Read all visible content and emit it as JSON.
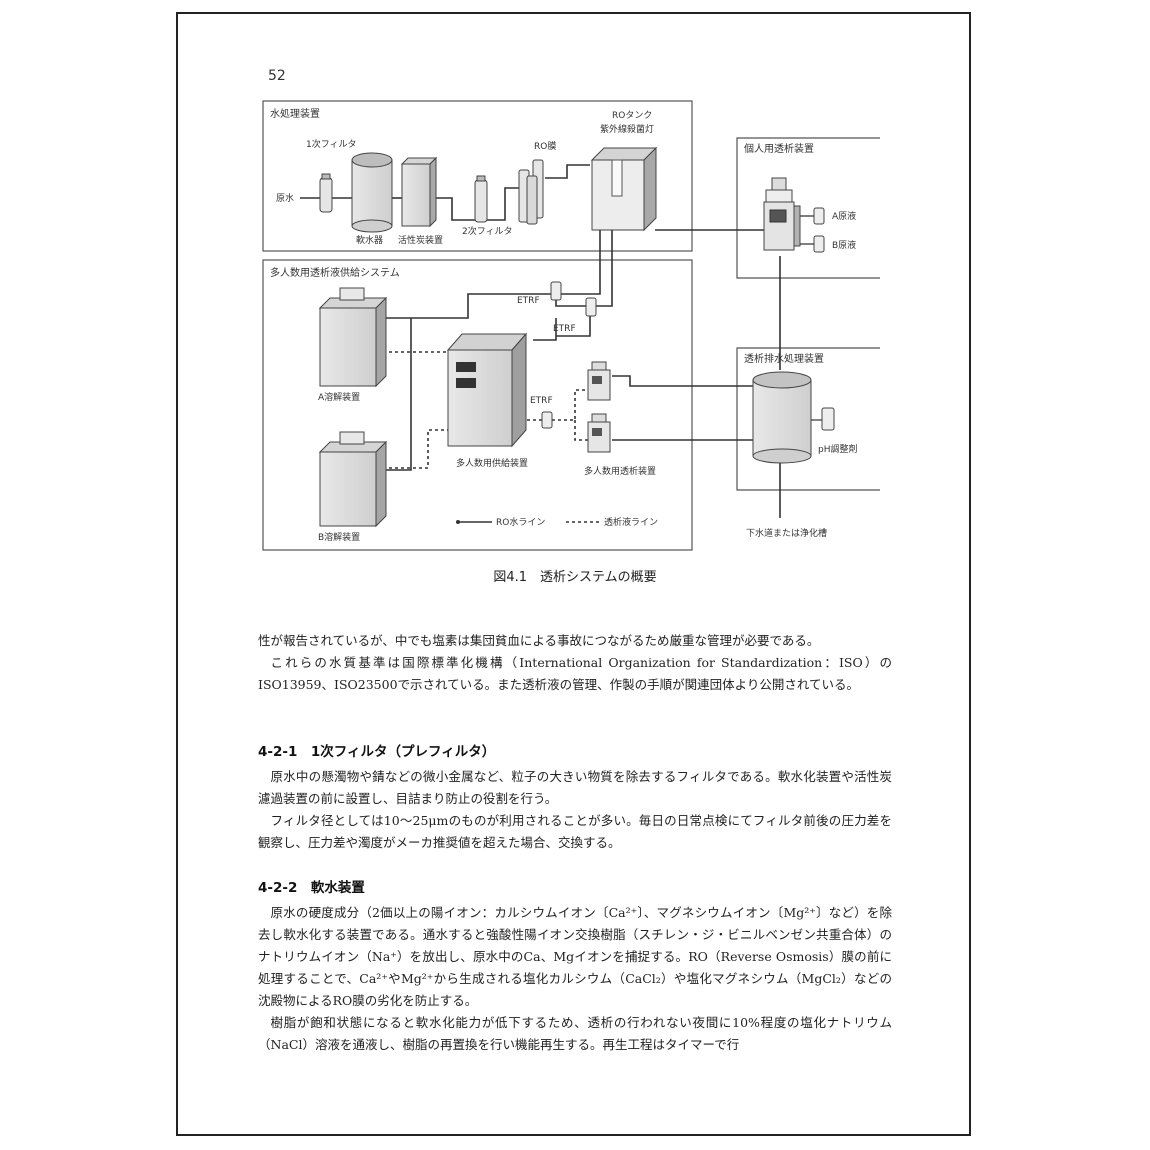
{
  "page_number": "52",
  "diagram": {
    "sections": {
      "water_treatment": "水処理装置",
      "multi_dialysate": "多人数用透析液供給システム",
      "personal_dialysate": "個人用透析装置",
      "drain_treatment": "透析排水処理装置"
    },
    "labels": {
      "primary_filter": "1次フィルタ",
      "raw_water": "原水",
      "softener": "軟水器",
      "activated_carbon": "活性炭装置",
      "secondary_filter": "2次フィルタ",
      "ro_membrane": "RO膜",
      "ro_tank": "ROタンク",
      "uv_lamp": "紫外線殺菌灯",
      "a_solution": "A原液",
      "b_solution": "B原液",
      "etrf1": "ETRF",
      "etrf2": "ETRF",
      "etrf3": "ETRF",
      "a_dissolver": "A溶解装置",
      "b_dissolver": "B溶解装置",
      "multi_supply": "多人数用供給装置",
      "multi_console": "多人数用透析装置",
      "ph_adjuster": "pH調整剤",
      "sewer": "下水道または浄化槽"
    },
    "legend": {
      "ro_line": "RO水ライン",
      "dialysate_line": "透析液ライン"
    }
  },
  "caption": "図4.1　透析システムの概要",
  "paragraphs": [
    "性が報告されているが、中でも塩素は集団貧血による事故につながるため厳重な管理が必要である。",
    "これらの水質基準は国際標準化機構（International Organization for Standardization：ISO）の ISO13959、ISO23500で示されている。また透析液の管理、作製の手順が関連団体より公開されている。"
  ],
  "sections": [
    {
      "heading": "4-2-1　1次フィルタ（プレフィルタ）",
      "paragraphs": [
        "原水中の懸濁物や錆などの微小金属など、粒子の大きい物質を除去するフィルタである。軟水化装置や活性炭濾過装置の前に設置し、目詰まり防止の役割を行う。",
        "フィルタ径としては10～25μmのものが利用されることが多い。毎日の日常点検にてフィルタ前後の圧力差を観察し、圧力差や濁度がメーカ推奨値を超えた場合、交換する。"
      ]
    },
    {
      "heading": "4-2-2　軟水装置",
      "paragraphs": [
        "原水の硬度成分（2価以上の陽イオン：カルシウムイオン〔Ca²⁺〕、マグネシウムイオン〔Mg²⁺〕など）を除去し軟水化する装置である。通水すると強酸性陽イオン交換樹脂（スチレン・ジ・ビニルベンゼン共重合体）のナトリウムイオン（Na⁺）を放出し、原水中のCa、Mgイオンを捕捉する。RO（Reverse Osmosis）膜の前に処理することで、Ca²⁺やMg²⁺から生成される塩化カルシウム（CaCl₂）や塩化マグネシウム（MgCl₂）などの沈殿物によるRO膜の劣化を防止する。",
        "樹脂が飽和状態になると軟水化能力が低下するため、透析の行われない夜間に10%程度の塩化ナトリウム（NaCl）溶液を通液し、樹脂の再置換を行い機能再生する。再生工程はタイマーで行"
      ]
    }
  ]
}
